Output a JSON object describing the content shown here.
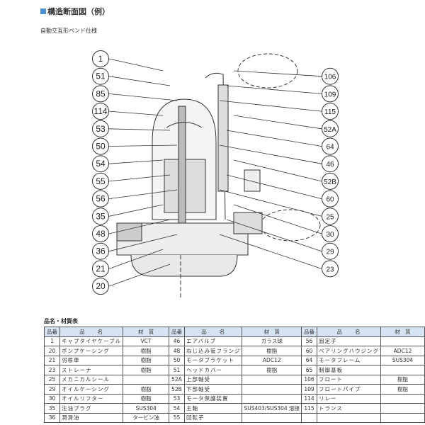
{
  "title": "構造断面図（例）",
  "subtitle": "自動交互形ベンド仕様",
  "callouts_left": [
    "1",
    "51",
    "85",
    "114",
    "53",
    "50",
    "54",
    "55",
    "56",
    "35",
    "48",
    "36",
    "21",
    "20"
  ],
  "callouts_right": [
    "106",
    "109",
    "115",
    "52A",
    "64",
    "46",
    "52B",
    "60",
    "25",
    "30",
    "29",
    "23"
  ],
  "table_caption": "品名・材質表",
  "headers": {
    "no": "品番",
    "name": "品　　名",
    "material": "材　質"
  },
  "rows": [
    [
      [
        "1",
        "キャプタイヤケーブル",
        "VCT"
      ],
      [
        "46",
        "エアバルブ",
        "ガラス球"
      ],
      [
        "56",
        "固定子",
        ""
      ]
    ],
    [
      [
        "20",
        "ポンプケーシング",
        "樹脂"
      ],
      [
        "48",
        "ねじ込み管フランジ",
        "樹脂"
      ],
      [
        "60",
        "ベアリングハウジング",
        "ADC12"
      ]
    ],
    [
      [
        "21",
        "羽根車",
        "樹脂"
      ],
      [
        "50",
        "モータブラケット",
        "ADC12"
      ],
      [
        "64",
        "モータフレーム",
        "SUS304"
      ]
    ],
    [
      [
        "23",
        "ストレーナ",
        "樹脂"
      ],
      [
        "51",
        "ヘッドカバー",
        "樹脂"
      ],
      [
        "65",
        "制御基板",
        ""
      ]
    ],
    [
      [
        "25",
        "メカニカルシール",
        ""
      ],
      [
        "52A",
        "上部軸受",
        ""
      ],
      [
        "106",
        "フロート",
        "樹脂"
      ]
    ],
    [
      [
        "29",
        "オイルケーシング",
        "樹脂"
      ],
      [
        "52B",
        "下部軸受",
        ""
      ],
      [
        "109",
        "フロートパイプ",
        "樹脂"
      ]
    ],
    [
      [
        "30",
        "オイルリフター",
        "樹脂"
      ],
      [
        "53",
        "モータ保護装置",
        ""
      ],
      [
        "114",
        "リレー",
        ""
      ]
    ],
    [
      [
        "35",
        "注油プラグ",
        "SUS304"
      ],
      [
        "54",
        "主軸",
        "SUS403/SUS304 溶接"
      ],
      [
        "115",
        "トランス",
        ""
      ]
    ],
    [
      [
        "36",
        "潤滑油",
        "タービン油"
      ],
      [
        "55",
        "回転子",
        ""
      ],
      [
        "",
        "",
        ""
      ]
    ]
  ]
}
